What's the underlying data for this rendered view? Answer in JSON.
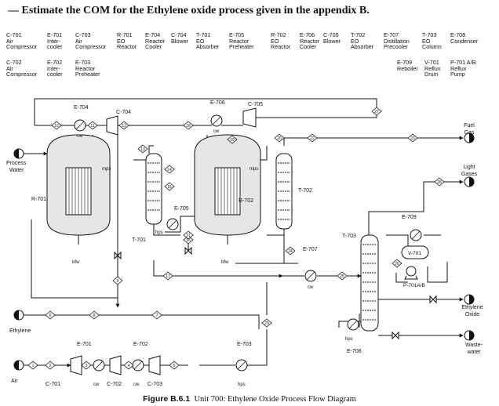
{
  "question": "— Estimate the COM for the Ethylene oxide process given in the appendix B.",
  "legend_row1": [
    {
      "tag": "C-701",
      "desc": [
        "Air",
        "Compressor"
      ]
    },
    {
      "tag": "E-701",
      "desc": [
        "Inter-",
        "cooler"
      ]
    },
    {
      "tag": "C-703",
      "desc": [
        "Air",
        "Compressor"
      ]
    },
    {
      "tag": "R-701",
      "desc": [
        "EO",
        "Reactor"
      ]
    },
    {
      "tag": "E-704",
      "desc": [
        "Reactor",
        "Cooler"
      ]
    },
    {
      "tag": "C-704",
      "desc": [
        "Blower",
        ""
      ]
    },
    {
      "tag": "T-701",
      "desc": [
        "EO",
        "Absorber"
      ]
    },
    {
      "tag": "E-705",
      "desc": [
        "Reactor",
        "Preheater"
      ]
    },
    {
      "tag": "R-702",
      "desc": [
        "EO",
        "Reactor"
      ]
    },
    {
      "tag": "E-706",
      "desc": [
        "Reactor",
        "Cooler"
      ]
    },
    {
      "tag": "C-705",
      "desc": [
        "Blower",
        ""
      ]
    },
    {
      "tag": "T-702",
      "desc": [
        "EO",
        "Absorber"
      ]
    },
    {
      "tag": "E-707",
      "desc": [
        "Distillation",
        "Precooler"
      ]
    },
    {
      "tag": "T-703",
      "desc": [
        "EO",
        "Column"
      ]
    },
    {
      "tag": "E-708",
      "desc": [
        "Condenser",
        ""
      ]
    }
  ],
  "legend_row2": [
    {
      "tag": "C-702",
      "desc": [
        "Air",
        "Compressor"
      ]
    },
    {
      "tag": "E-702",
      "desc": [
        "Inter-",
        "cooler"
      ]
    },
    {
      "tag": "E-703",
      "desc": [
        "Reactor",
        "Preheater"
      ]
    },
    {
      "tag": "E-709",
      "desc": [
        "Reboiler",
        ""
      ]
    },
    {
      "tag": "V-701",
      "desc": [
        "Reflux",
        "Drum"
      ]
    },
    {
      "tag": "P-701 A/B",
      "desc": [
        "Reflux",
        "Pump"
      ]
    }
  ],
  "labels": {
    "e704": "E-704",
    "c704": "C-704",
    "e706": "E-706",
    "c705": "C-705",
    "cw": "cw",
    "mps": "mps",
    "hps": "hps",
    "bfw": "bfw",
    "r701": "R-701",
    "r702": "R-702",
    "t701": "T-701",
    "t702": "T-702",
    "t703": "T-703",
    "e705": "E-705",
    "e707": "E-707",
    "e709": "E-709",
    "v701": "V-701",
    "p701ab": "P-701A/B",
    "e708": "E-708",
    "e701": "E-701",
    "e702": "E-702",
    "e703": "E-703",
    "c701": "C-701",
    "c702": "C-702",
    "c703": "C-703",
    "process_water": [
      "Process",
      "Water"
    ],
    "ethylene": "Ethylene",
    "air": "Air",
    "fuel_gas": [
      "Fuel",
      "Gas"
    ],
    "light_gases": [
      "Light",
      "Gases"
    ],
    "ethylene_oxide": [
      "Ethylene",
      "Oxide"
    ],
    "wastewater": [
      "Waste-",
      "water"
    ]
  },
  "streams": [
    "1",
    "2",
    "3",
    "4",
    "5",
    "6",
    "7",
    "8",
    "9",
    "10",
    "11",
    "12",
    "13",
    "14",
    "15",
    "16",
    "17",
    "18",
    "19",
    "20",
    "21",
    "22",
    "23",
    "24",
    "25",
    "26",
    "27",
    "28",
    "29"
  ],
  "caption": {
    "figure": "Figure B.6.1",
    "text": "Unit 700: Ethylene Oxide Process Flow Diagram"
  }
}
